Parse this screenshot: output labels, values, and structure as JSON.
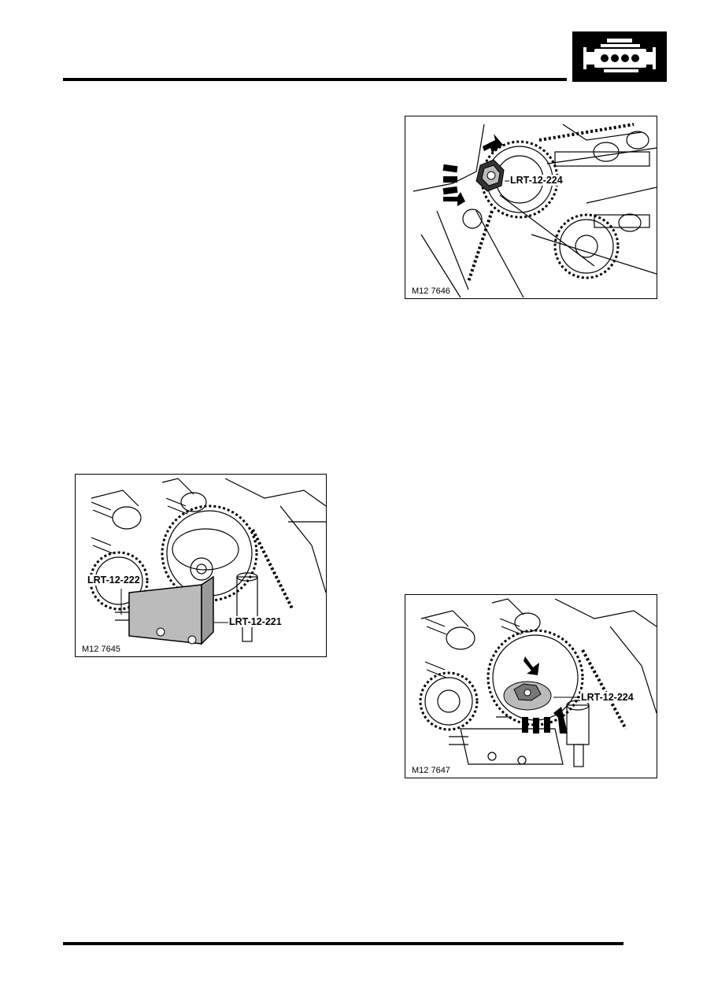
{
  "header": {
    "section_icon": "engine-icon"
  },
  "figures": [
    {
      "id": "fig-a",
      "code": "M12 7646",
      "callouts": [
        "LRT-12-224"
      ]
    },
    {
      "id": "fig-b",
      "code": "M12 7645",
      "callouts": [
        "LRT-12-222",
        "LRT-12-221"
      ]
    },
    {
      "id": "fig-c",
      "code": "M12 7647",
      "callouts": [
        "LRT-12-224"
      ]
    }
  ]
}
